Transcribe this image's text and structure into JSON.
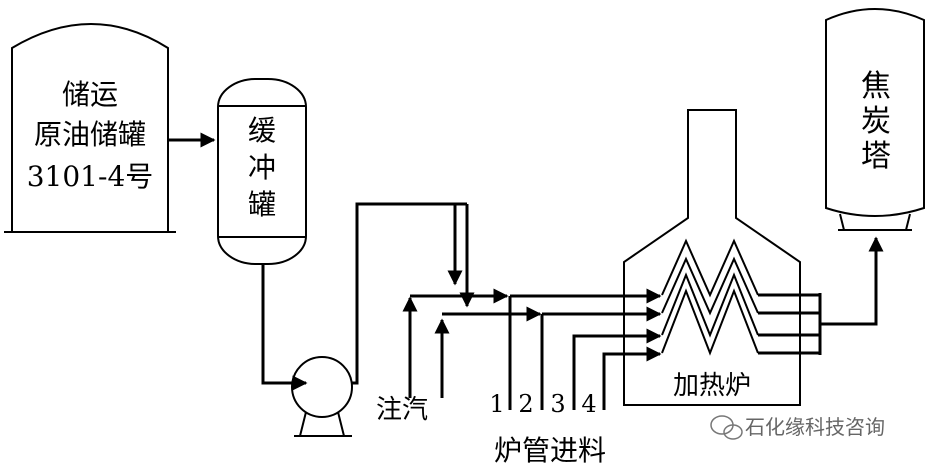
{
  "storage_tank": {
    "line1": "储运",
    "line2": "原油储罐",
    "line3": "3101-4号"
  },
  "buffer_tank": {
    "chars": [
      "缓",
      "冲",
      "罐"
    ]
  },
  "coke_tower": {
    "chars": [
      "焦",
      "炭",
      "塔"
    ]
  },
  "furnace": {
    "label": "加热炉"
  },
  "steam": {
    "label": "注汽"
  },
  "feed": {
    "numbers": [
      "1",
      "2",
      "3",
      "4"
    ],
    "label": "炉管进料"
  },
  "watermark": {
    "text": "石化缘科技咨询"
  }
}
